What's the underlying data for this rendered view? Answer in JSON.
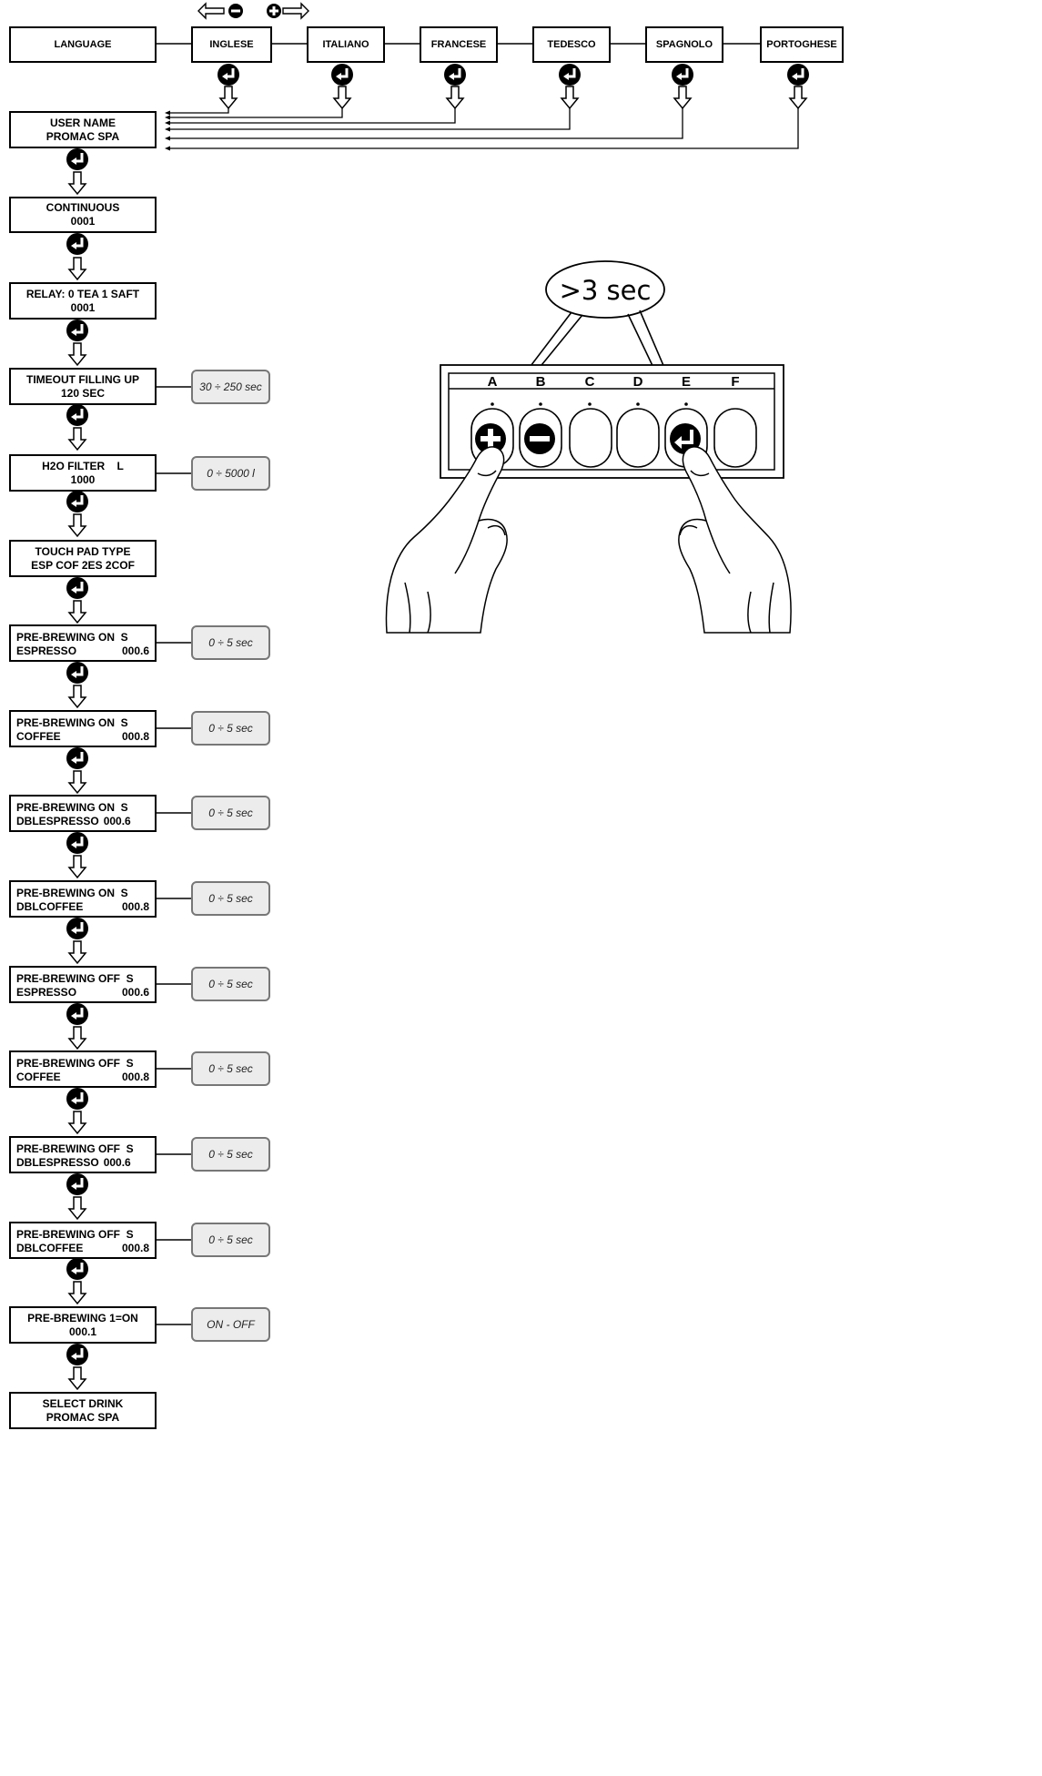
{
  "languages": {
    "language_label": "LANGUAGE",
    "options": [
      "INGLESE",
      "ITALIANO",
      "FRANCESE",
      "TEDESCO",
      "SPAGNOLO",
      "PORTOGHESE"
    ]
  },
  "steps": [
    {
      "line1": "USER NAME",
      "line2": "PROMAC SPA"
    },
    {
      "line1": "CONTINUOUS",
      "line2": "0001"
    },
    {
      "line1": "RELAY: 0 TEA 1 SAFT",
      "line2": "0001"
    },
    {
      "line1": "TIMEOUT FILLING UP",
      "line2": "120 SEC",
      "range": "30 ÷ 250 sec"
    },
    {
      "line1": "H2O FILTER    L",
      "line2": "1000",
      "range": "0 ÷ 5000 l"
    },
    {
      "line1": "TOUCH PAD TYPE",
      "line2": "ESP COF 2ES 2COF"
    },
    {
      "line1": "PRE-BREWING ON  S",
      "line2a": "ESPRESSO",
      "line2b": "000.6",
      "range": "0 ÷ 5 sec"
    },
    {
      "line1": "PRE-BREWING ON  S",
      "line2a": "COFFEE",
      "line2b": "000.8",
      "range": "0 ÷ 5 sec"
    },
    {
      "line1": "PRE-BREWING ON  S",
      "line2a": "DBLESPRESSO",
      "line2b": "000.6",
      "range": "0 ÷ 5 sec"
    },
    {
      "line1": "PRE-BREWING ON  S",
      "line2a": "DBLCOFFEE",
      "line2b": "000.8",
      "range": "0 ÷ 5 sec"
    },
    {
      "line1": "PRE-BREWING OFF  S",
      "line2a": "ESPRESSO",
      "line2b": "000.6",
      "range": "0 ÷ 5 sec"
    },
    {
      "line1": "PRE-BREWING OFF  S",
      "line2a": "COFFEE",
      "line2b": "000.8",
      "range": "0 ÷ 5 sec"
    },
    {
      "line1": "PRE-BREWING OFF  S",
      "line2a": "DBLESPRESSO",
      "line2b": "000.6",
      "range": "0 ÷ 5 sec"
    },
    {
      "line1": "PRE-BREWING OFF  S",
      "line2a": "DBLCOFFEE",
      "line2b": "000.8",
      "range": "0 ÷ 5 sec"
    },
    {
      "line1": "PRE-BREWING 1=ON",
      "line2": "000.1",
      "range": "ON - OFF"
    },
    {
      "line1": "SELECT DRINK",
      "line2": "PROMAC SPA"
    }
  ],
  "keypad": {
    "hold_time": ">3 sec",
    "key_labels": [
      "A",
      "B",
      "C",
      "D",
      "E",
      "F"
    ],
    "key_functions": [
      "plus-icon",
      "minus-icon",
      "",
      "",
      "enter-icon",
      ""
    ]
  },
  "icons": {
    "enter": "enter-icon",
    "arrow_down": "arrow-down-icon",
    "arrow_left": "arrow-left-icon",
    "arrow_right": "arrow-right-icon",
    "minus_key": "minus-icon",
    "plus_key": "plus-icon"
  }
}
